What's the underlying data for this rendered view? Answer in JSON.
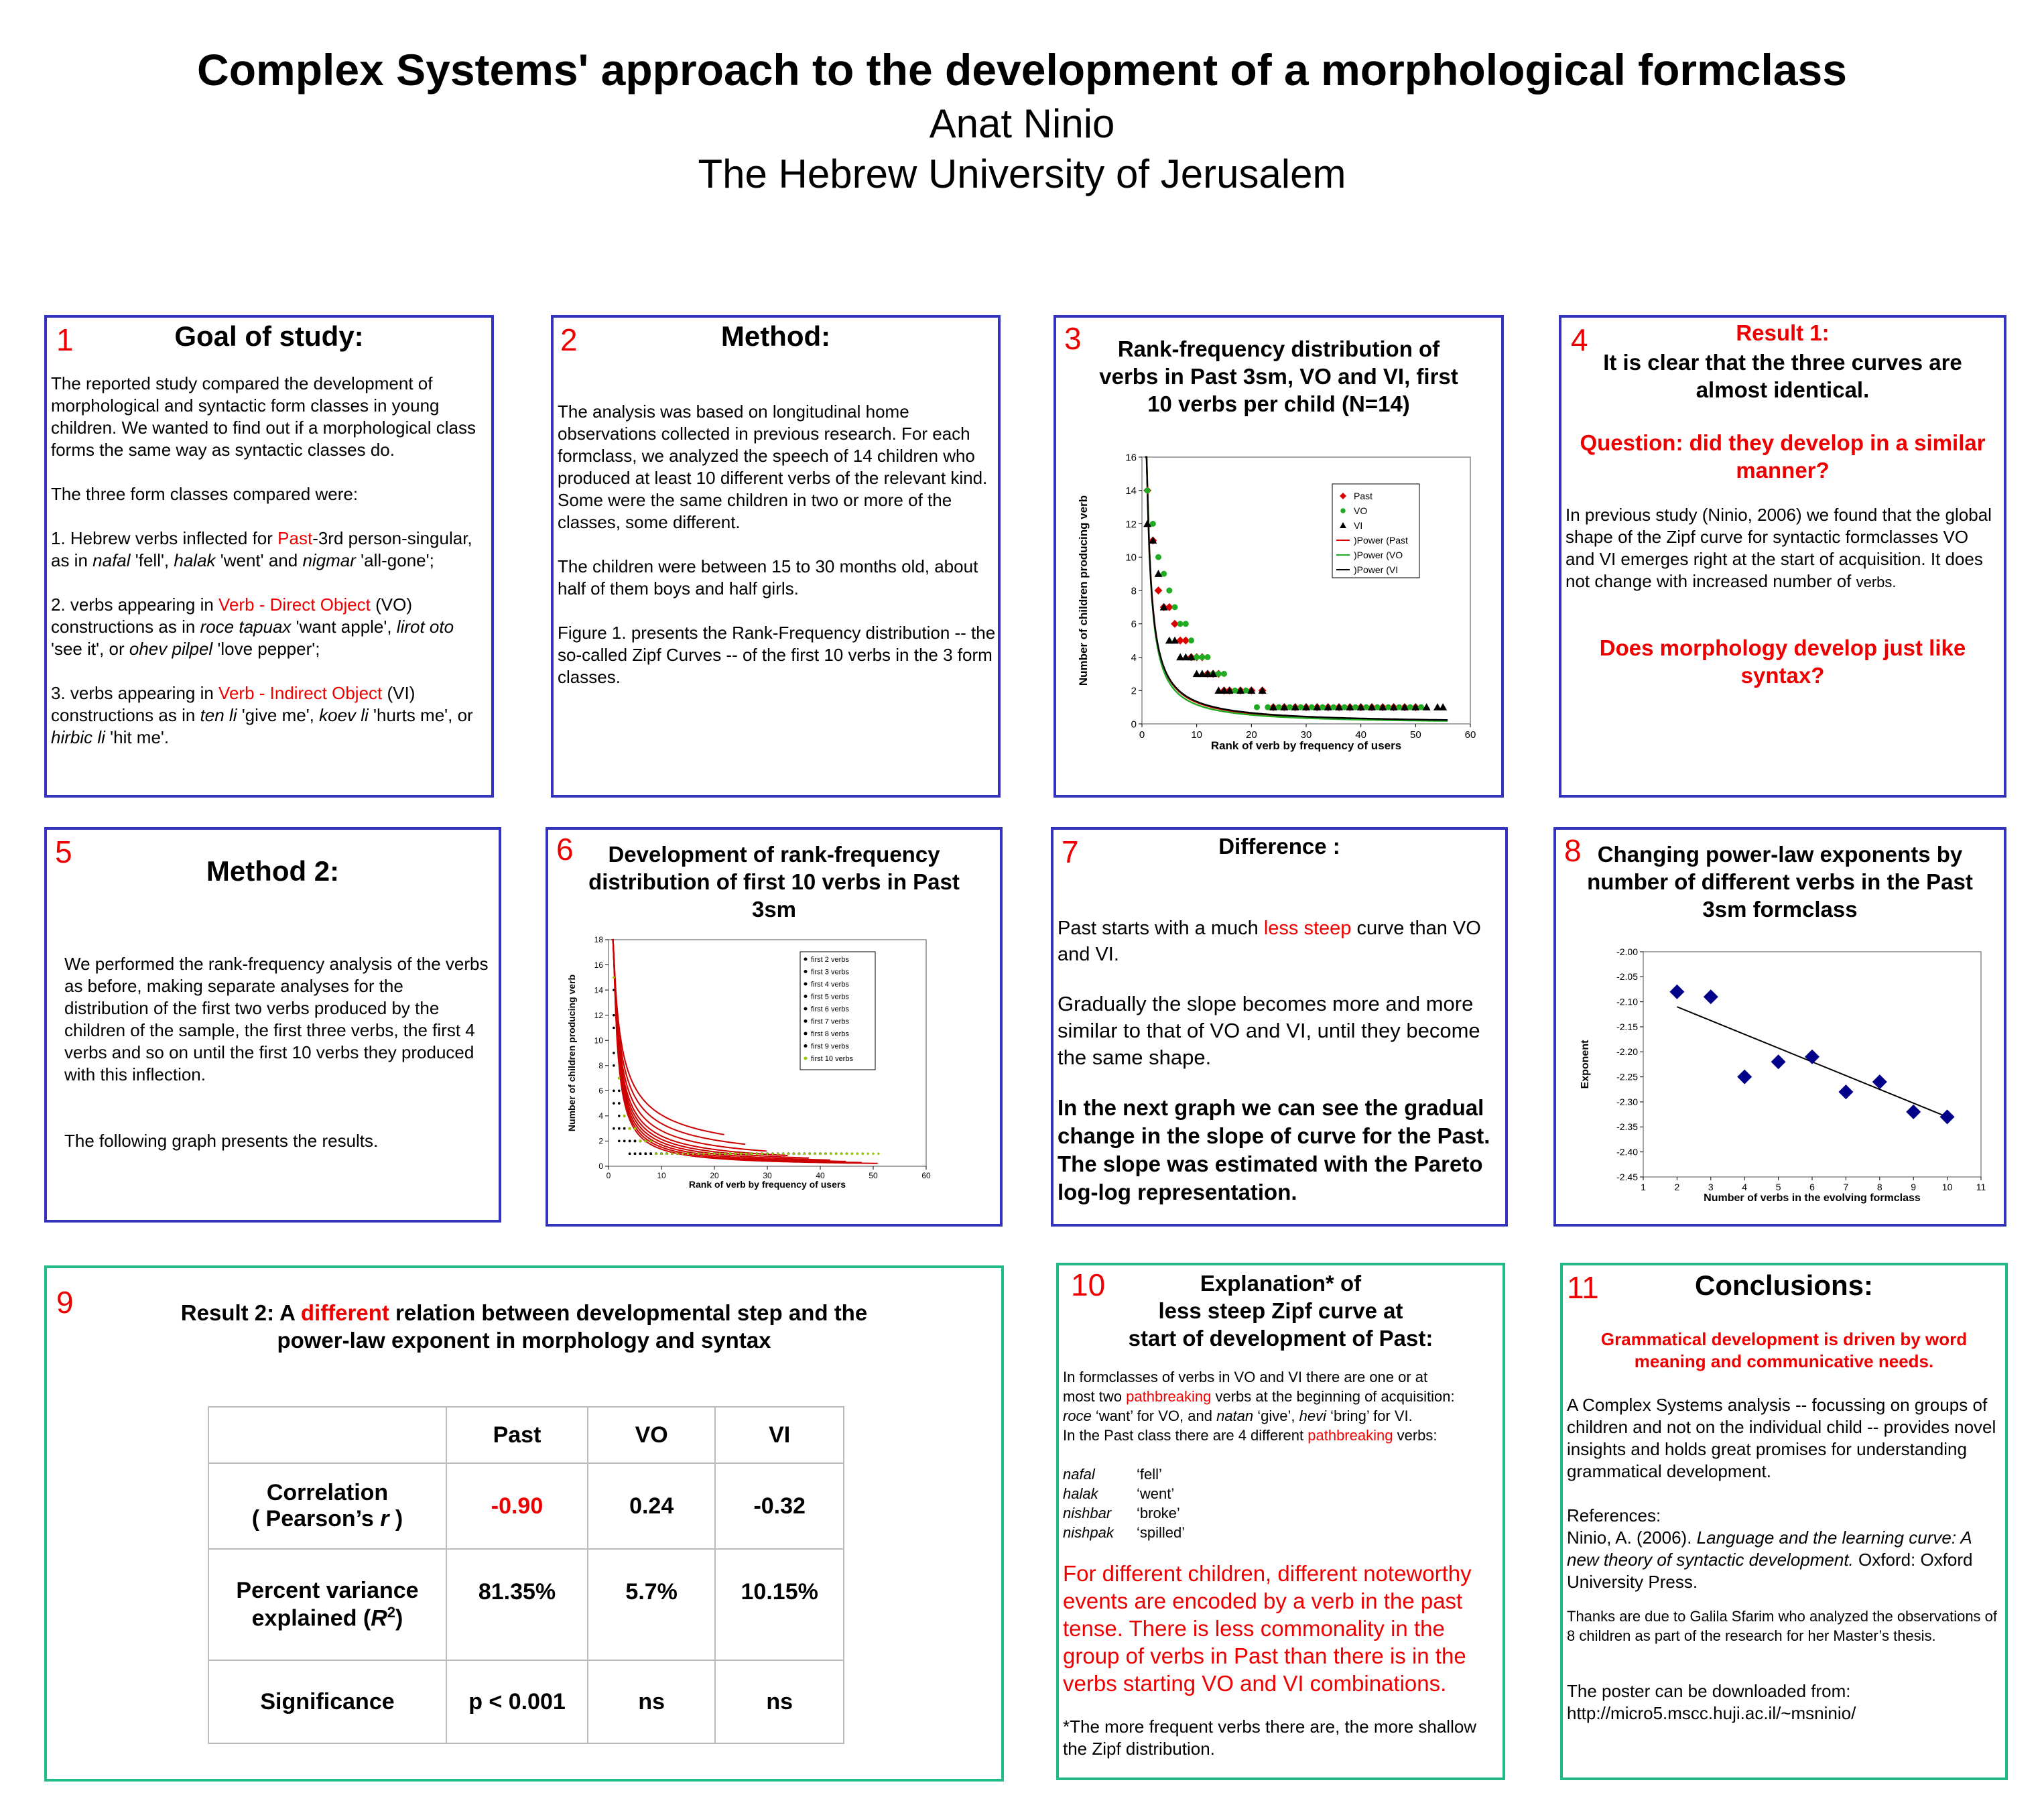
{
  "header": {
    "title": "Complex Systems' approach to the development of a morphological formclass",
    "author": "Anat Ninio",
    "affiliation": "The Hebrew University of Jerusalem"
  },
  "p1": {
    "num": "1",
    "title": "Goal of study:",
    "para1": "The reported study compared the development of morphological and syntactic form classes in young children. We wanted to find out if a morphological class forms the same way as syntactic classes do.",
    "para2": "The three form classes compared were:",
    "item1_a": "1. Hebrew verbs inflected for ",
    "item1_red": "Past",
    "item1_b": "-3rd person-singular, as in ",
    "item1_w1": "nafal",
    "item1_g1": " 'fell', ",
    "item1_w2": "halak",
    "item1_g2": " 'went' and ",
    "item1_w3": "nigmar",
    "item1_g3": " 'all-gone';",
    "item2_a": "2. verbs appearing in ",
    "item2_red": "Verb - Direct Object",
    "item2_b": " (VO) constructions as in ",
    "item2_w1": "roce tapuax",
    "item2_g1": " 'want apple', ",
    "item2_w2": "lirot oto",
    "item2_g2": " 'see it', or ",
    "item2_w3": "ohev pilpel",
    "item2_g3": " 'love pepper';",
    "item3_a": "3. verbs appearing in ",
    "item3_red": "Verb - Indirect Object",
    "item3_b": " (VI) constructions as in ",
    "item3_w1": "ten li",
    "item3_g1": " 'give me', ",
    "item3_w2": "koev li",
    "item3_g2": " 'hurts me', or ",
    "item3_w3": "hirbic li",
    "item3_g3": " 'hit me'."
  },
  "p2": {
    "num": "2",
    "title": "Method:",
    "para1": "The analysis was based on longitudinal home observations collected in previous research. For each formclass, we analyzed the speech of 14 children who produced at least 10 different verbs of the relevant kind. Some were the same children in two or more of the classes, some different.",
    "para2": "The children were between 15 to 30 months old, about half of them boys and half girls.",
    "para3": "Figure 1. presents the Rank-Frequency distribution -- the so-called Zipf Curves -- of the first 10 verbs in the 3 form classes."
  },
  "p3": {
    "num": "3",
    "title": "Rank-frequency distribution of verbs in Past 3sm, VO and VI, first 10 verbs per child (N=14)"
  },
  "p4": {
    "num": "4",
    "result": "Result 1:",
    "finding": "It is clear that the three curves are almost identical.",
    "question": "Question: did they develop in a similar manner?",
    "text": "In previous study (Ninio, 2006) we found that the global shape of the Zipf curve for syntactic formclasses VO and VI emerges right at the start of acquisition. It does not change with increased number of ",
    "text_small": "verbs.",
    "question2": "Does morphology develop just like syntax?"
  },
  "p5": {
    "num": "5",
    "title": "Method 2:",
    "para1": "We performed the rank-frequency analysis of the verbs as before, making separate analyses for the distribution of the first two verbs produced by the children of the sample, the first three verbs, the first 4 verbs and so on until the first 10 verbs they produced with this inflection.",
    "para2": "The following graph presents the results."
  },
  "p6": {
    "num": "6",
    "title": "Development of rank-frequency distribution of first 10 verbs in Past 3sm"
  },
  "p7": {
    "num": "7",
    "title": "Difference :",
    "para1_a": "Past starts with a much ",
    "para1_red": "less steep",
    "para1_b": " curve than VO and VI.",
    "para2": "Gradually the slope becomes more and more similar to that of VO and VI, until they become the same shape.",
    "para3": "In the next graph we can see the gradual change in the slope of curve for the Past. The slope was estimated with the Pareto log-log representation."
  },
  "p8": {
    "num": "8",
    "title": "Changing power-law exponents by number of different verbs in the Past 3sm formclass"
  },
  "p9": {
    "num": "9",
    "title_a": "Result 2: A ",
    "title_red": "different",
    "title_b": " relation between developmental step and the power-law exponent in morphology and syntax",
    "table": {
      "headers": [
        "Past",
        "VO",
        "VI"
      ],
      "row1_label_a": "Correlation",
      "row1_label_b": "( Pearson’s ",
      "row1_label_r": "r",
      "row1_label_c": " )",
      "row1": [
        "-0.90",
        "0.24",
        "-0.32"
      ],
      "row2_label_a": "Percent variance",
      "row2_label_b": "explained (",
      "row2_label_r": "R",
      "row2_label_sup": "2",
      "row2_label_c": ")",
      "row2": [
        "81.35%",
        "5.7%",
        "10.15%"
      ],
      "row3_label": "Significance",
      "row3": [
        "p < 0.001",
        "ns",
        "ns"
      ]
    }
  },
  "p10": {
    "num": "10",
    "title1": "Explanation* of",
    "title2": "less steep Zipf curve at",
    "title3": "start of development of Past:",
    "l1": " In formclasses of verbs in VO and VI there are one or at",
    "l2_a": "most two ",
    "l2_red": "pathbreaking",
    "l2_b": " verbs at the beginning of acquisition:",
    "l3_w1": "roce",
    "l3_a": " ‘want’ for VO, and ",
    "l3_w2": "natan",
    "l3_b": " ‘give’, ",
    "l3_w3": "hevi",
    "l3_c": " ‘bring’ for VI.",
    "l4_a": "In the Past class there are 4 different ",
    "l4_red": "pathbreaking",
    "l4_b": " verbs:",
    "verbs": [
      {
        "w": "nafal",
        "g": "‘fell’"
      },
      {
        "w": "halak",
        "g": "‘went’"
      },
      {
        "w": "nishbar",
        "g": "‘broke’"
      },
      {
        "w": "nishpak",
        "g": "‘spilled’"
      }
    ],
    "big": "For different children, different noteworthy events are encoded by a verb in the past tense. There is less commonality in the group of verbs in Past than there is in the verbs starting VO and VI combinations.",
    "foot": "*The more frequent verbs there are, the more shallow the Zipf distribution."
  },
  "p11": {
    "num": "11",
    "title": "Conclusions:",
    "red": "Grammatical development is driven by word meaning and communicative needs.",
    "para1": "A Complex Systems analysis -- focussing on groups of children and not on the individual child -- provides novel insights and holds great promises for understanding grammatical development.",
    "ref_h": "References:",
    "ref_a": "Ninio, A. (2006). ",
    "ref_i": "Language and the learning curve: A new theory of syntactic development.",
    "ref_b": "  Oxford: Oxford University Press.",
    "thanks": "Thanks are due to Galila Sfarim who analyzed the observations of 8 children as part of the research for her Master’s thesis.",
    "dl": "The poster can be downloaded from:",
    "url": "http://micro5.mscc.huji.ac.il/~msninio/"
  },
  "chart_data": [
    {
      "type": "scatter",
      "id": "fig1",
      "xlabel": "Rank of verb by frequency of users",
      "ylabel": "Number of children producing verb",
      "xlim": [
        0,
        60
      ],
      "ylim": [
        0,
        16
      ],
      "xticks": [
        "0",
        "10",
        "20",
        "30",
        "40",
        "50",
        "60"
      ],
      "yticks": [
        "0",
        "2",
        "4",
        "6",
        "8",
        "10",
        "12",
        "14",
        "16"
      ],
      "legend_position": "top-right",
      "legend": [
        "Past",
        "VO",
        "VI",
        ")Power (Past",
        ")Power (VO",
        ")Power (VI"
      ],
      "series": [
        {
          "name": "Past",
          "color": "#dd0000",
          "marker": "diamond",
          "x": [
            1,
            2,
            3,
            4,
            5,
            6,
            7,
            8,
            9,
            10,
            11,
            12,
            13,
            14,
            15,
            16,
            18,
            20,
            22,
            24,
            26,
            28,
            30,
            32,
            34,
            36,
            38,
            40,
            42,
            44,
            46,
            48,
            50
          ],
          "y": [
            14,
            11,
            8,
            7,
            7,
            6,
            5,
            5,
            4,
            4,
            4,
            3,
            3,
            3,
            2,
            2,
            2,
            2,
            2,
            1,
            1,
            1,
            1,
            1,
            1,
            1,
            1,
            1,
            1,
            1,
            1,
            1,
            1
          ]
        },
        {
          "name": "VO",
          "color": "#22aa22",
          "marker": "circle",
          "x": [
            1,
            2,
            3,
            4,
            5,
            6,
            7,
            8,
            9,
            10,
            11,
            12,
            13,
            14,
            15,
            17,
            19,
            21,
            23,
            25,
            27,
            29,
            31,
            33,
            35,
            37,
            39,
            41,
            43,
            45,
            47,
            49,
            51
          ],
          "y": [
            14,
            12,
            10,
            9,
            8,
            7,
            6,
            6,
            5,
            4,
            4,
            4,
            3,
            3,
            3,
            2,
            2,
            1,
            1,
            1,
            1,
            1,
            1,
            1,
            1,
            1,
            1,
            1,
            1,
            1,
            1,
            1,
            1
          ]
        },
        {
          "name": "VI",
          "color": "#000000",
          "marker": "triangle",
          "x": [
            1,
            2,
            3,
            4,
            5,
            6,
            7,
            8,
            9,
            10,
            11,
            12,
            13,
            14,
            15,
            16,
            18,
            20,
            22,
            24,
            26,
            28,
            30,
            32,
            34,
            36,
            38,
            40,
            42,
            44,
            46,
            48,
            50,
            52,
            54,
            55
          ],
          "y": [
            12,
            11,
            9,
            7,
            5,
            5,
            4,
            4,
            4,
            3,
            3,
            3,
            3,
            2,
            2,
            2,
            2,
            2,
            2,
            1,
            1,
            1,
            1,
            1,
            1,
            1,
            1,
            1,
            1,
            1,
            1,
            1,
            1,
            1,
            1,
            1
          ]
        }
      ],
      "fits": [
        {
          "name": ")Power (Past",
          "color": "#dd0000",
          "a": 14.5,
          "b": 1.05
        },
        {
          "name": ")Power (VO",
          "color": "#22aa22",
          "a": 14.5,
          "b": 1.1
        },
        {
          "name": ")Power (VI",
          "color": "#000000",
          "a": 14,
          "b": 1.02
        }
      ]
    },
    {
      "type": "scatter",
      "id": "fig2",
      "xlabel": "Rank of verb by frequency of users",
      "ylabel": "Number of children producing verb",
      "xlim": [
        0,
        60
      ],
      "ylim": [
        0,
        18
      ],
      "xticks": [
        "0",
        "10",
        "20",
        "30",
        "40",
        "50",
        "60"
      ],
      "yticks": [
        "0",
        "2",
        "4",
        "6",
        "8",
        "10",
        "12",
        "14",
        "16",
        "18"
      ],
      "legend_position": "top-right",
      "legend": [
        "first 2 verbs",
        "first 3 verbs",
        "first 4 verbs",
        "first 5 verbs",
        "first 6 verbs",
        "first 7 verbs",
        "first 8 verbs",
        "first 9 verbs",
        "first 10 verbs"
      ],
      "colors": {
        "points": "#000000",
        "last": "#99cc00",
        "fit": "#cc0000"
      },
      "exponents": [
        0.62,
        0.7,
        0.78,
        0.85,
        0.9,
        0.95,
        1.0,
        1.05,
        1.1
      ],
      "maxrank": [
        22,
        26,
        30,
        34,
        38,
        42,
        45,
        48,
        51
      ]
    },
    {
      "type": "scatter",
      "id": "fig3",
      "xlabel": "Number of verbs in the evolving formclass",
      "ylabel": "Exponent",
      "xlim": [
        1,
        11
      ],
      "ylim": [
        -2.45,
        -2.0
      ],
      "xticks": [
        "1",
        "2",
        "3",
        "4",
        "5",
        "6",
        "7",
        "8",
        "9",
        "10",
        "11"
      ],
      "yticks": [
        "-2.00",
        "-2.05",
        "-2.10",
        "-2.15",
        "-2.20",
        "-2.25",
        "-2.30",
        "-2.35",
        "-2.40",
        "-2.45"
      ],
      "x": [
        2,
        3,
        4,
        5,
        6,
        7,
        8,
        9,
        10
      ],
      "y": [
        -2.08,
        -2.09,
        -2.25,
        -2.22,
        -2.21,
        -2.28,
        -2.26,
        -2.32,
        -2.33
      ],
      "trend": [
        [
          2,
          -2.11
        ],
        [
          10,
          -2.33
        ]
      ],
      "color": "#000088"
    }
  ]
}
